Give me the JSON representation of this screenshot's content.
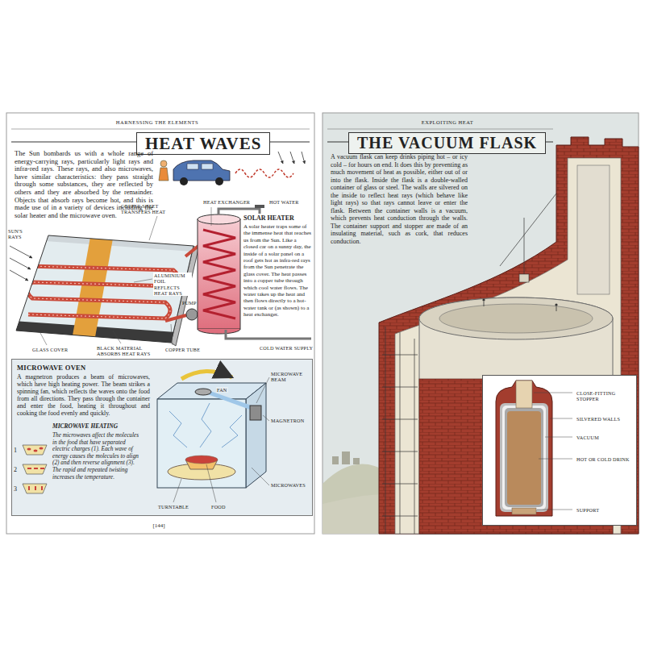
{
  "diagram": {
    "nodes": [
      {
        "text": [
          "HEAT WAVES"
        ]
      },
      {
        "text": [
          "MICROWAVE OVEN",
          "A magnetron produces a beam of microwaves, which have high heating power. The beam strikes a spinning fan, which reflects the waves onto the food from all directions. They pass through the container and enter the food, heating it throughout and cooking the food evenly and quickly.",
          "MICROWAVE HEATING",
          "The microwaves affect the molecules in the food that have separated electric charges (1). Each wave of energy causes the molecules to align (2) and then reverse alignment (3). The rapid and repeated twisting increases the temperature."
        ]
      },
      {
        "text": [
          "THE VACUUM FLASK"
        ]
      },
      {
        "text": [
          "CLOSE-FITTING STOPPER",
          "SILVERED WALLS",
          "VACUUM",
          "HOT OR COLD DRINK",
          "SUPPORT"
        ]
      }
    ],
    "labels": [
      "HARNESSING THE ELEMENTS",
      "The Sun bombards us with a whole range of energy-carrying rays, particularly light rays and infra-red rays. These rays, and also microwaves, have similar characteristics: they pass straight through some substances, they are reflected by others and they are absorbed by the remainder. Objects that absorb rays become hot, and this is made use of in a variety of devices including the solar heater and the microwave oven.",
      "COPPER SHEET TRANSFERS HEAT",
      "HEAT EXCHANGER",
      "HOT WATER",
      "SUN'S RAYS",
      "ALUMINIUM FOIL REFLECTS HEAT RAYS",
      "SOLAR HEATER",
      "A solar heater traps some of the immense heat that reaches us from the Sun. Like a closed car on a sunny day, the inside of a solar panel on a roof gets hot as infra-red rays from the Sun penetrate the glass cover. The heat passes into a copper tube through which cool water flows. The water takes up the heat and then flows directly to a hot-water tank or (as shown) to a heat exchanger.",
      "PUMP",
      "BLACK MATERIAL ABSORBS HEAT RAYS",
      "COPPER TUBE",
      "GLASS COVER",
      "COLD WATER SUPPLY",
      "MICROWAVE BEAM",
      "FAN",
      "MAGNETRON",
      "1",
      "2",
      "3",
      "TURNTABLE",
      "FOOD",
      "MICROWAVES",
      "[144]",
      "EXPLOITING HEAT",
      "A vacuum flask can keep drinks piping hot – or icy cold – for hours on end. It does this by preventing as much movement of heat as possible, either out of or into the flask. Inside the flask is a double-walled container of glass or steel. The walls are silvered on the inside to reflect heat rays (which behave like light rays) so that rays cannot leave or enter the flask. Between the container walls is a vacuum, which prevents heat conduction through the walls. The container support and stopper are made of an insulating material, such as cork, that reduces conduction."
    ]
  }
}
